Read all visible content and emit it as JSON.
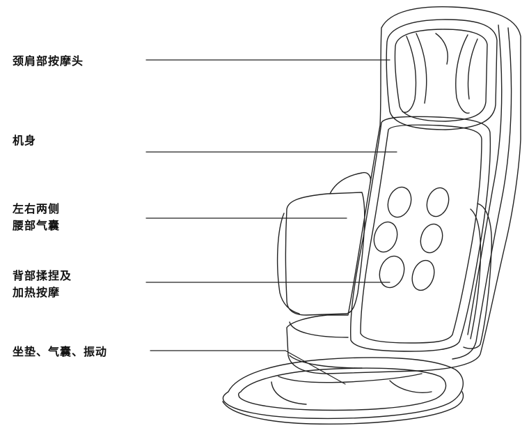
{
  "labels": {
    "neck_shoulder": "颈肩部按摩头",
    "body": "机身",
    "lumbar_line1": "左右两侧",
    "lumbar_line2": "腰部气囊",
    "back_line1": "背部揉捏及",
    "back_line2": "加热按摩",
    "seat": "坐垫、气囊、振动"
  },
  "colors": {
    "line": "#222222",
    "text": "#111111",
    "background": "#ffffff"
  }
}
